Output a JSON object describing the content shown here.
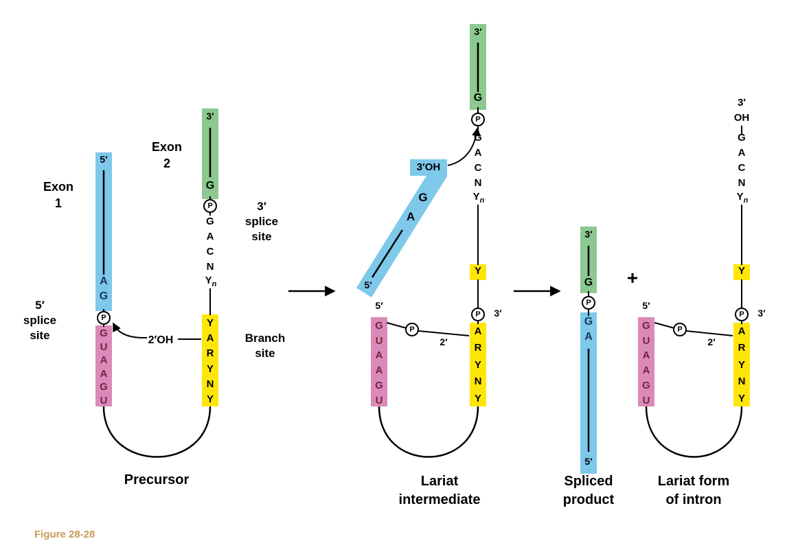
{
  "figure_caption": "Figure 28-28",
  "colors": {
    "blue": "#7ec8ea",
    "green": "#8cc88f",
    "pink": "#d98ab8",
    "yellow": "#ffe60a",
    "letter_blue": "#123a63",
    "letter_pink": "#7a1f3f",
    "figure_tan": "#c69a58"
  },
  "shared": {
    "p": "P",
    "five_prime": "5′",
    "three_prime": "3′",
    "two_prime": "2′",
    "yn_base": "Y",
    "yn_sub": "n",
    "plus": "+"
  },
  "precursor": {
    "caption": "Precursor",
    "exon1_label": [
      "Exon",
      "1"
    ],
    "exon2_label": [
      "Exon",
      "2"
    ],
    "five_splice_label": [
      "5′",
      "splice",
      "site"
    ],
    "three_splice_label": [
      "3′",
      "splice",
      "site"
    ],
    "branch_label": [
      "Branch",
      "site"
    ],
    "two_oh": "2′OH",
    "exon1_end": "5′",
    "exon1_letters": [
      "A",
      "G"
    ],
    "donor_letters": [
      "G",
      "U",
      "A",
      "A",
      "G",
      "U"
    ],
    "exon2_end": "3′",
    "exon2_letters": [
      "G"
    ],
    "acceptor_letters": [
      "G",
      "A",
      "C",
      "N"
    ],
    "branch_letters": [
      "Y",
      "A",
      "R",
      "Y",
      "N",
      "Y"
    ]
  },
  "lariat_intermediate": {
    "caption": [
      "Lariat",
      "intermediate"
    ],
    "exon2_end": "3′",
    "exon2_letters": [
      "G"
    ],
    "acceptor_letters": [
      "G",
      "A",
      "C",
      "N"
    ],
    "y_box": "Y",
    "acceptor_three_prime": "3′",
    "branch_letters": [
      "A",
      "R",
      "Y",
      "N",
      "Y"
    ],
    "donor_letters": [
      "G",
      "U",
      "A",
      "A",
      "G",
      "U"
    ],
    "donor_five_prime": "5′",
    "two_prime": "2′",
    "exon1_oh": "3′OH",
    "exon1_letters": [
      "G",
      "A"
    ],
    "exon1_five_prime": "5′"
  },
  "spliced_product": {
    "caption": [
      "Spliced",
      "product"
    ],
    "exon2_end": "3′",
    "exon2_letters": [
      "G"
    ],
    "exon1_letters": [
      "G",
      "A"
    ],
    "exon1_end": "5′"
  },
  "lariat_intron": {
    "caption": [
      "Lariat form",
      "of intron"
    ],
    "top_end": [
      "3′",
      "OH"
    ],
    "acceptor_letters": [
      "G",
      "A",
      "C",
      "N"
    ],
    "y_box": "Y",
    "acceptor_three_prime": "3′",
    "branch_letters": [
      "A",
      "R",
      "Y",
      "N",
      "Y"
    ],
    "donor_letters": [
      "G",
      "U",
      "A",
      "A",
      "G",
      "U"
    ],
    "donor_five_prime": "5′",
    "two_prime": "2′"
  }
}
